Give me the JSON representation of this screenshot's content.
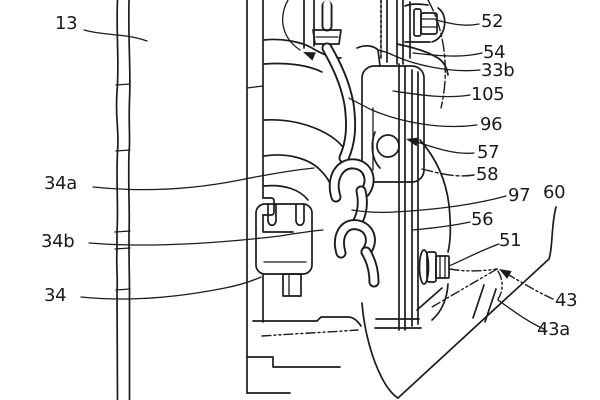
{
  "figure": {
    "kind": "patent-style mechanical line drawing (motorcycle front fork, brake hose and caliper area)",
    "style": {
      "ink": "#1c1c1c",
      "background": "#ffffff"
    },
    "labels": [
      {
        "id": "13",
        "text": "13"
      },
      {
        "id": "34a",
        "text": "34a"
      },
      {
        "id": "34b",
        "text": "34b"
      },
      {
        "id": "34",
        "text": "34"
      },
      {
        "id": "52",
        "text": "52"
      },
      {
        "id": "54",
        "text": "54"
      },
      {
        "id": "33b",
        "text": "33b"
      },
      {
        "id": "105",
        "text": "105"
      },
      {
        "id": "96",
        "text": "96"
      },
      {
        "id": "57",
        "text": "57"
      },
      {
        "id": "58",
        "text": "58"
      },
      {
        "id": "97",
        "text": "97"
      },
      {
        "id": "60",
        "text": "60"
      },
      {
        "id": "56",
        "text": "56"
      },
      {
        "id": "51",
        "text": "51"
      },
      {
        "id": "43",
        "text": "43"
      },
      {
        "id": "43a",
        "text": "43a"
      }
    ]
  }
}
